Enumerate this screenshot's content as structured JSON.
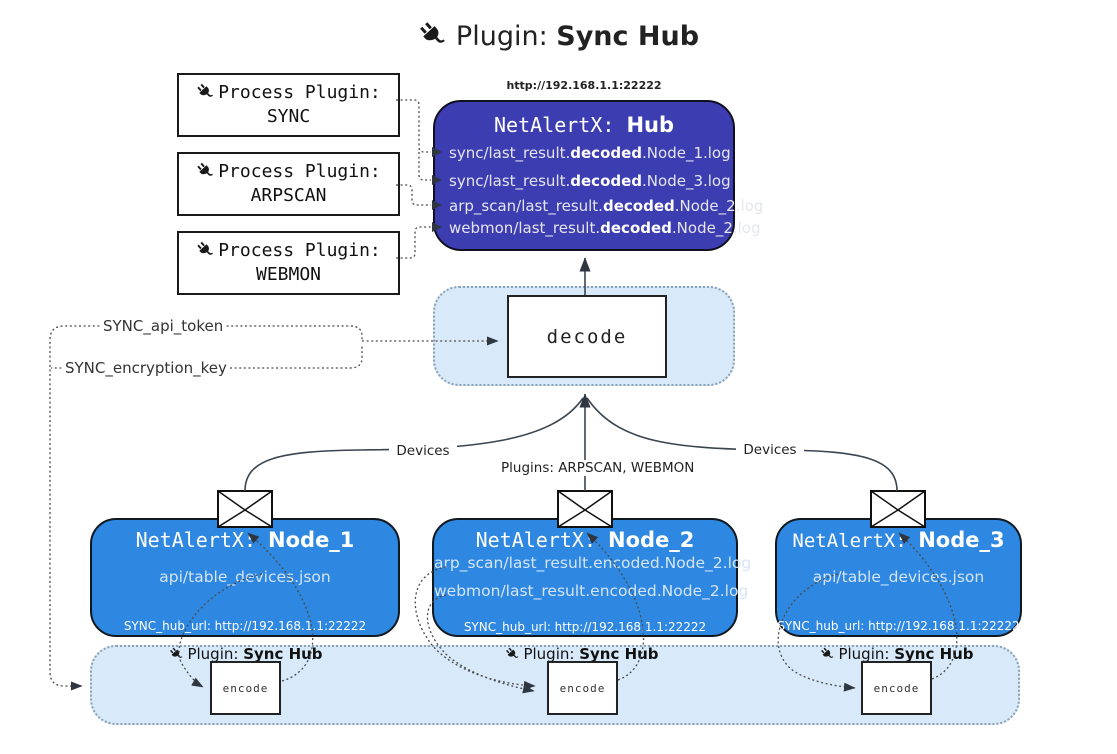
{
  "title": {
    "icon": "plug-icon",
    "prefix": "Plugin: ",
    "name": "Sync Hub"
  },
  "process_plugins": {
    "items": [
      {
        "label": "Process Plugin:",
        "name": "SYNC"
      },
      {
        "label": "Process Plugin:",
        "name": "ARPSCAN"
      },
      {
        "label": "Process Plugin:",
        "name": "WEBMON"
      }
    ]
  },
  "hub": {
    "url": "http://192.168.1.1:22222",
    "title_prefix": "NetAlertX: ",
    "title_name": "Hub",
    "logs": [
      {
        "pre": "sync/last_result.",
        "bold": "decoded",
        "post": ".Node_1.log"
      },
      {
        "pre": "sync/last_result.",
        "bold": "decoded",
        "post": ".Node_3.log"
      },
      {
        "pre": "arp_scan/last_result.",
        "bold": "decoded",
        "post": ".Node_2.log"
      },
      {
        "pre": "webmon/last_result.",
        "bold": "decoded",
        "post": ".Node_2.log"
      }
    ]
  },
  "decode_panel": {
    "box_label": "decode"
  },
  "settings": {
    "api_token": "SYNC_api_token",
    "encryption_key": "SYNC_encryption_key"
  },
  "edge_labels": {
    "devices_left": "Devices",
    "devices_right": "Devices",
    "plugins_mid": "Plugins: ARPSCAN, WEBMON"
  },
  "nodes": [
    {
      "title_prefix": "NetAlertX: ",
      "title_name": "Node_1",
      "files": [
        "api/table_devices.json"
      ],
      "hub_url": "SYNC_hub_url: http://192.168.1.1:22222"
    },
    {
      "title_prefix": "NetAlertX: ",
      "title_name": "Node_2",
      "files": [
        "arp_scan/last_result.encoded.Node_2.log",
        "webmon/last_result.encoded.Node_2.log"
      ],
      "hub_url": "SYNC_hub_url: http://192.168.1.1:22222"
    },
    {
      "title_prefix": "NetAlertX: ",
      "title_name": "Node_3",
      "files": [
        "api/table_devices.json"
      ],
      "hub_url": "SYNC_hub_url: http://192.168.1.1:22222"
    }
  ],
  "encoders": {
    "label_prefix": "Plugin: ",
    "label_name": "Sync Hub",
    "box_label": "encode"
  },
  "colors": {
    "hub_fill": "#3d3db2",
    "node_fill": "#2e87e0",
    "panel_fill": "#d8e9f9",
    "panel_border": "#8aa0b4",
    "line": "#3a4550",
    "light_text": "#d5e5f6"
  }
}
